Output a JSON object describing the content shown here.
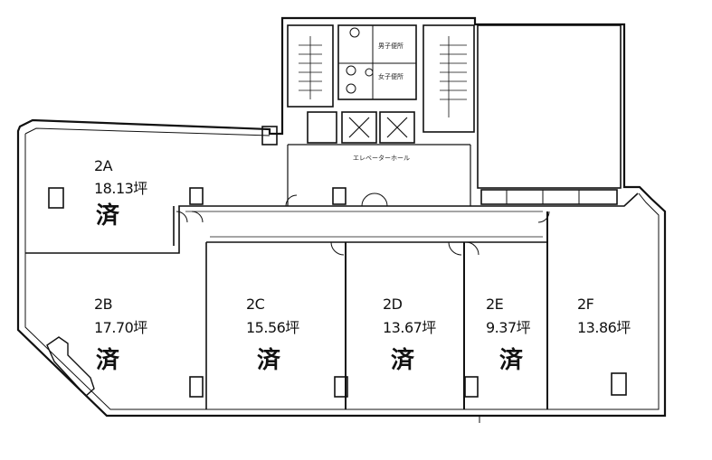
{
  "units": [
    {
      "id": "2A",
      "area": "18.13坪",
      "status": "済"
    },
    {
      "id": "2B",
      "area": "17.70坪",
      "status": "済"
    },
    {
      "id": "2C",
      "area": "15.56坪",
      "status": "済"
    },
    {
      "id": "2D",
      "area": "13.67坪",
      "status": "済"
    },
    {
      "id": "2E",
      "area": "9.37坪",
      "status": "済"
    },
    {
      "id": "2F",
      "area": "13.86坪",
      "status": ""
    }
  ],
  "core": {
    "elevator_hall": "エレベーターホール",
    "toilet_men": "男子便所",
    "toilet_women": "女子便所"
  }
}
